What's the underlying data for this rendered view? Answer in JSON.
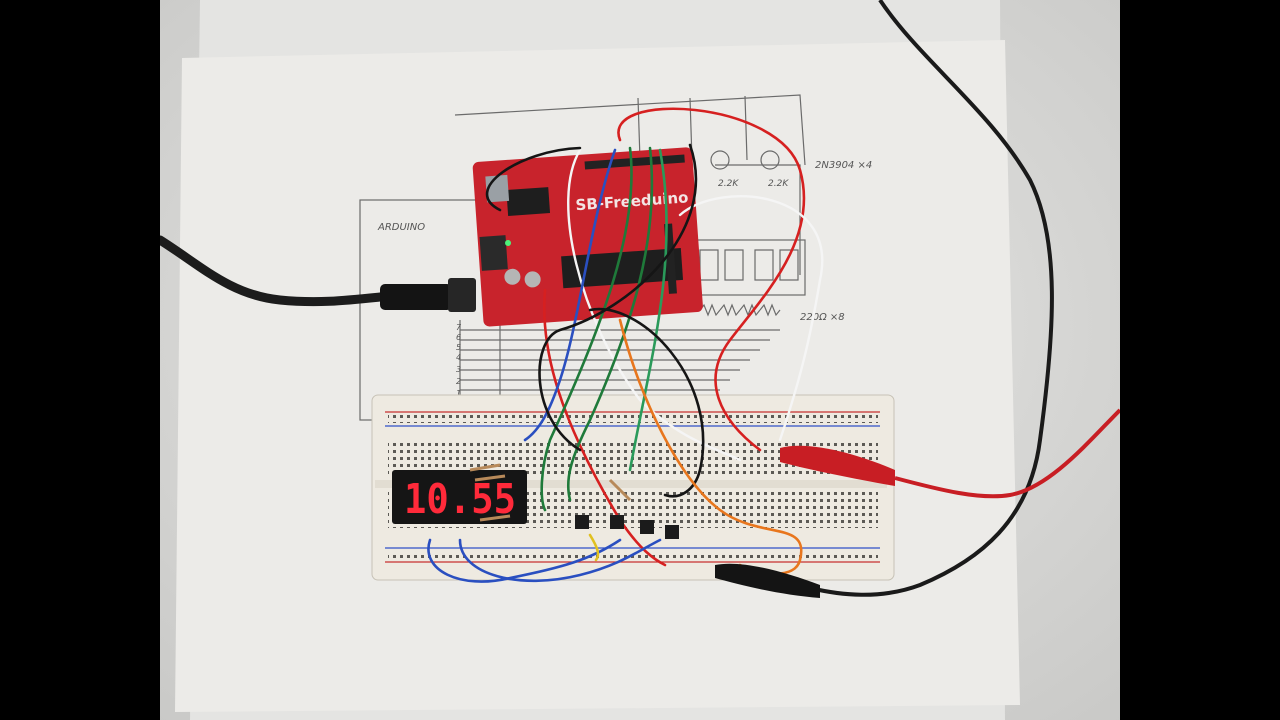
{
  "schematic": {
    "arduino_label": "ARDUINO",
    "transistor_note": "2N3904 ×4",
    "resistor_note": "220Ω ×8",
    "base_resistor_1": "2.2K",
    "base_resistor_2": "2.2K",
    "pin_numbers": [
      "7",
      "6",
      "5",
      "4",
      "3",
      "2",
      "1"
    ]
  },
  "board": {
    "brand_text": "SB-Freeduino"
  },
  "display": {
    "reading": "10.55"
  },
  "colors": {
    "background": "#000000",
    "paper": "#ecebe8",
    "board_red": "#c8232c",
    "breadboard": "#eeeae1",
    "led_red": "#ff2a3a"
  }
}
